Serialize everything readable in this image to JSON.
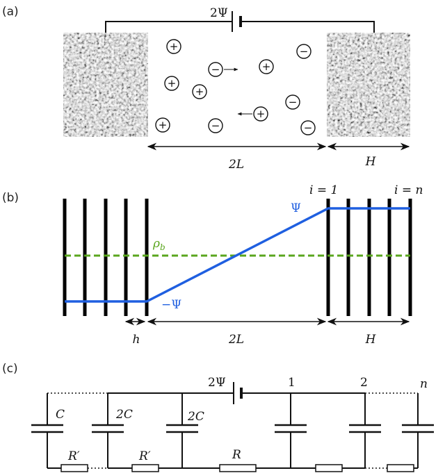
{
  "panel_a": {
    "label": "(a)",
    "battery_label": "2Ψ",
    "gap_label": "2L",
    "electrode_label": "H",
    "ions": [
      {
        "sign": "+",
        "arrow": ""
      },
      {
        "sign": "−",
        "arrow": "right"
      },
      {
        "sign": "+",
        "arrow": ""
      },
      {
        "sign": "−",
        "arrow": ""
      },
      {
        "sign": "+",
        "arrow": ""
      },
      {
        "sign": "+",
        "arrow": ""
      },
      {
        "sign": "−",
        "arrow": ""
      },
      {
        "sign": "+",
        "arrow": "left"
      },
      {
        "sign": "+",
        "arrow": ""
      },
      {
        "sign": "−",
        "arrow": ""
      },
      {
        "sign": "−",
        "arrow": ""
      }
    ]
  },
  "panel_b": {
    "label": "(b)",
    "potential_high": "Ψ",
    "potential_low": "−Ψ",
    "density_label": "ρ",
    "density_sub": "b",
    "first_plate": "i = 1",
    "last_plate": "i = n",
    "spacing_label": "h",
    "gap_label": "2L",
    "electrode_label": "H",
    "colors": {
      "potential": "#1f5fe0",
      "density": "#5aa61e"
    }
  },
  "panel_c": {
    "label": "(c)",
    "battery_label": "2Ψ",
    "node_labels": [
      "1",
      "2",
      "n"
    ],
    "cap_labels": [
      "C",
      "2C",
      "2C"
    ],
    "resistor_labels": [
      "R′",
      "R′",
      "R"
    ]
  }
}
